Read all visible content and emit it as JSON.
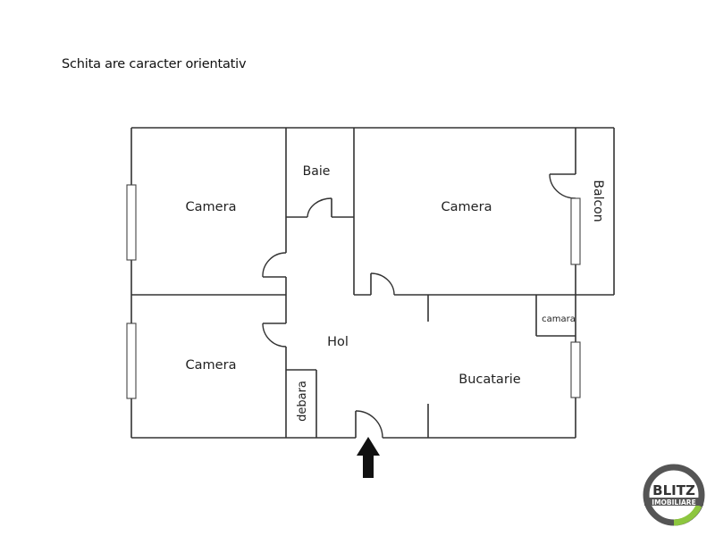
{
  "caption": "Schita are caracter orientativ",
  "rooms": {
    "camera_top_left": "Camera",
    "baie": "Baie",
    "camera_top_right": "Camera",
    "balcon": "Balcon",
    "camera_bottom_left": "Camera",
    "hol": "Hol",
    "debara": "debara",
    "camara": "camara",
    "bucatarie": "Bucatarie"
  },
  "entrance": {
    "icon": "arrow-up-icon",
    "color": "#111111"
  },
  "logo": {
    "line1": "BLITZ",
    "line2": "IMOBILIARE",
    "ring_color": "#555555",
    "accent_color": "#8dc63f"
  }
}
